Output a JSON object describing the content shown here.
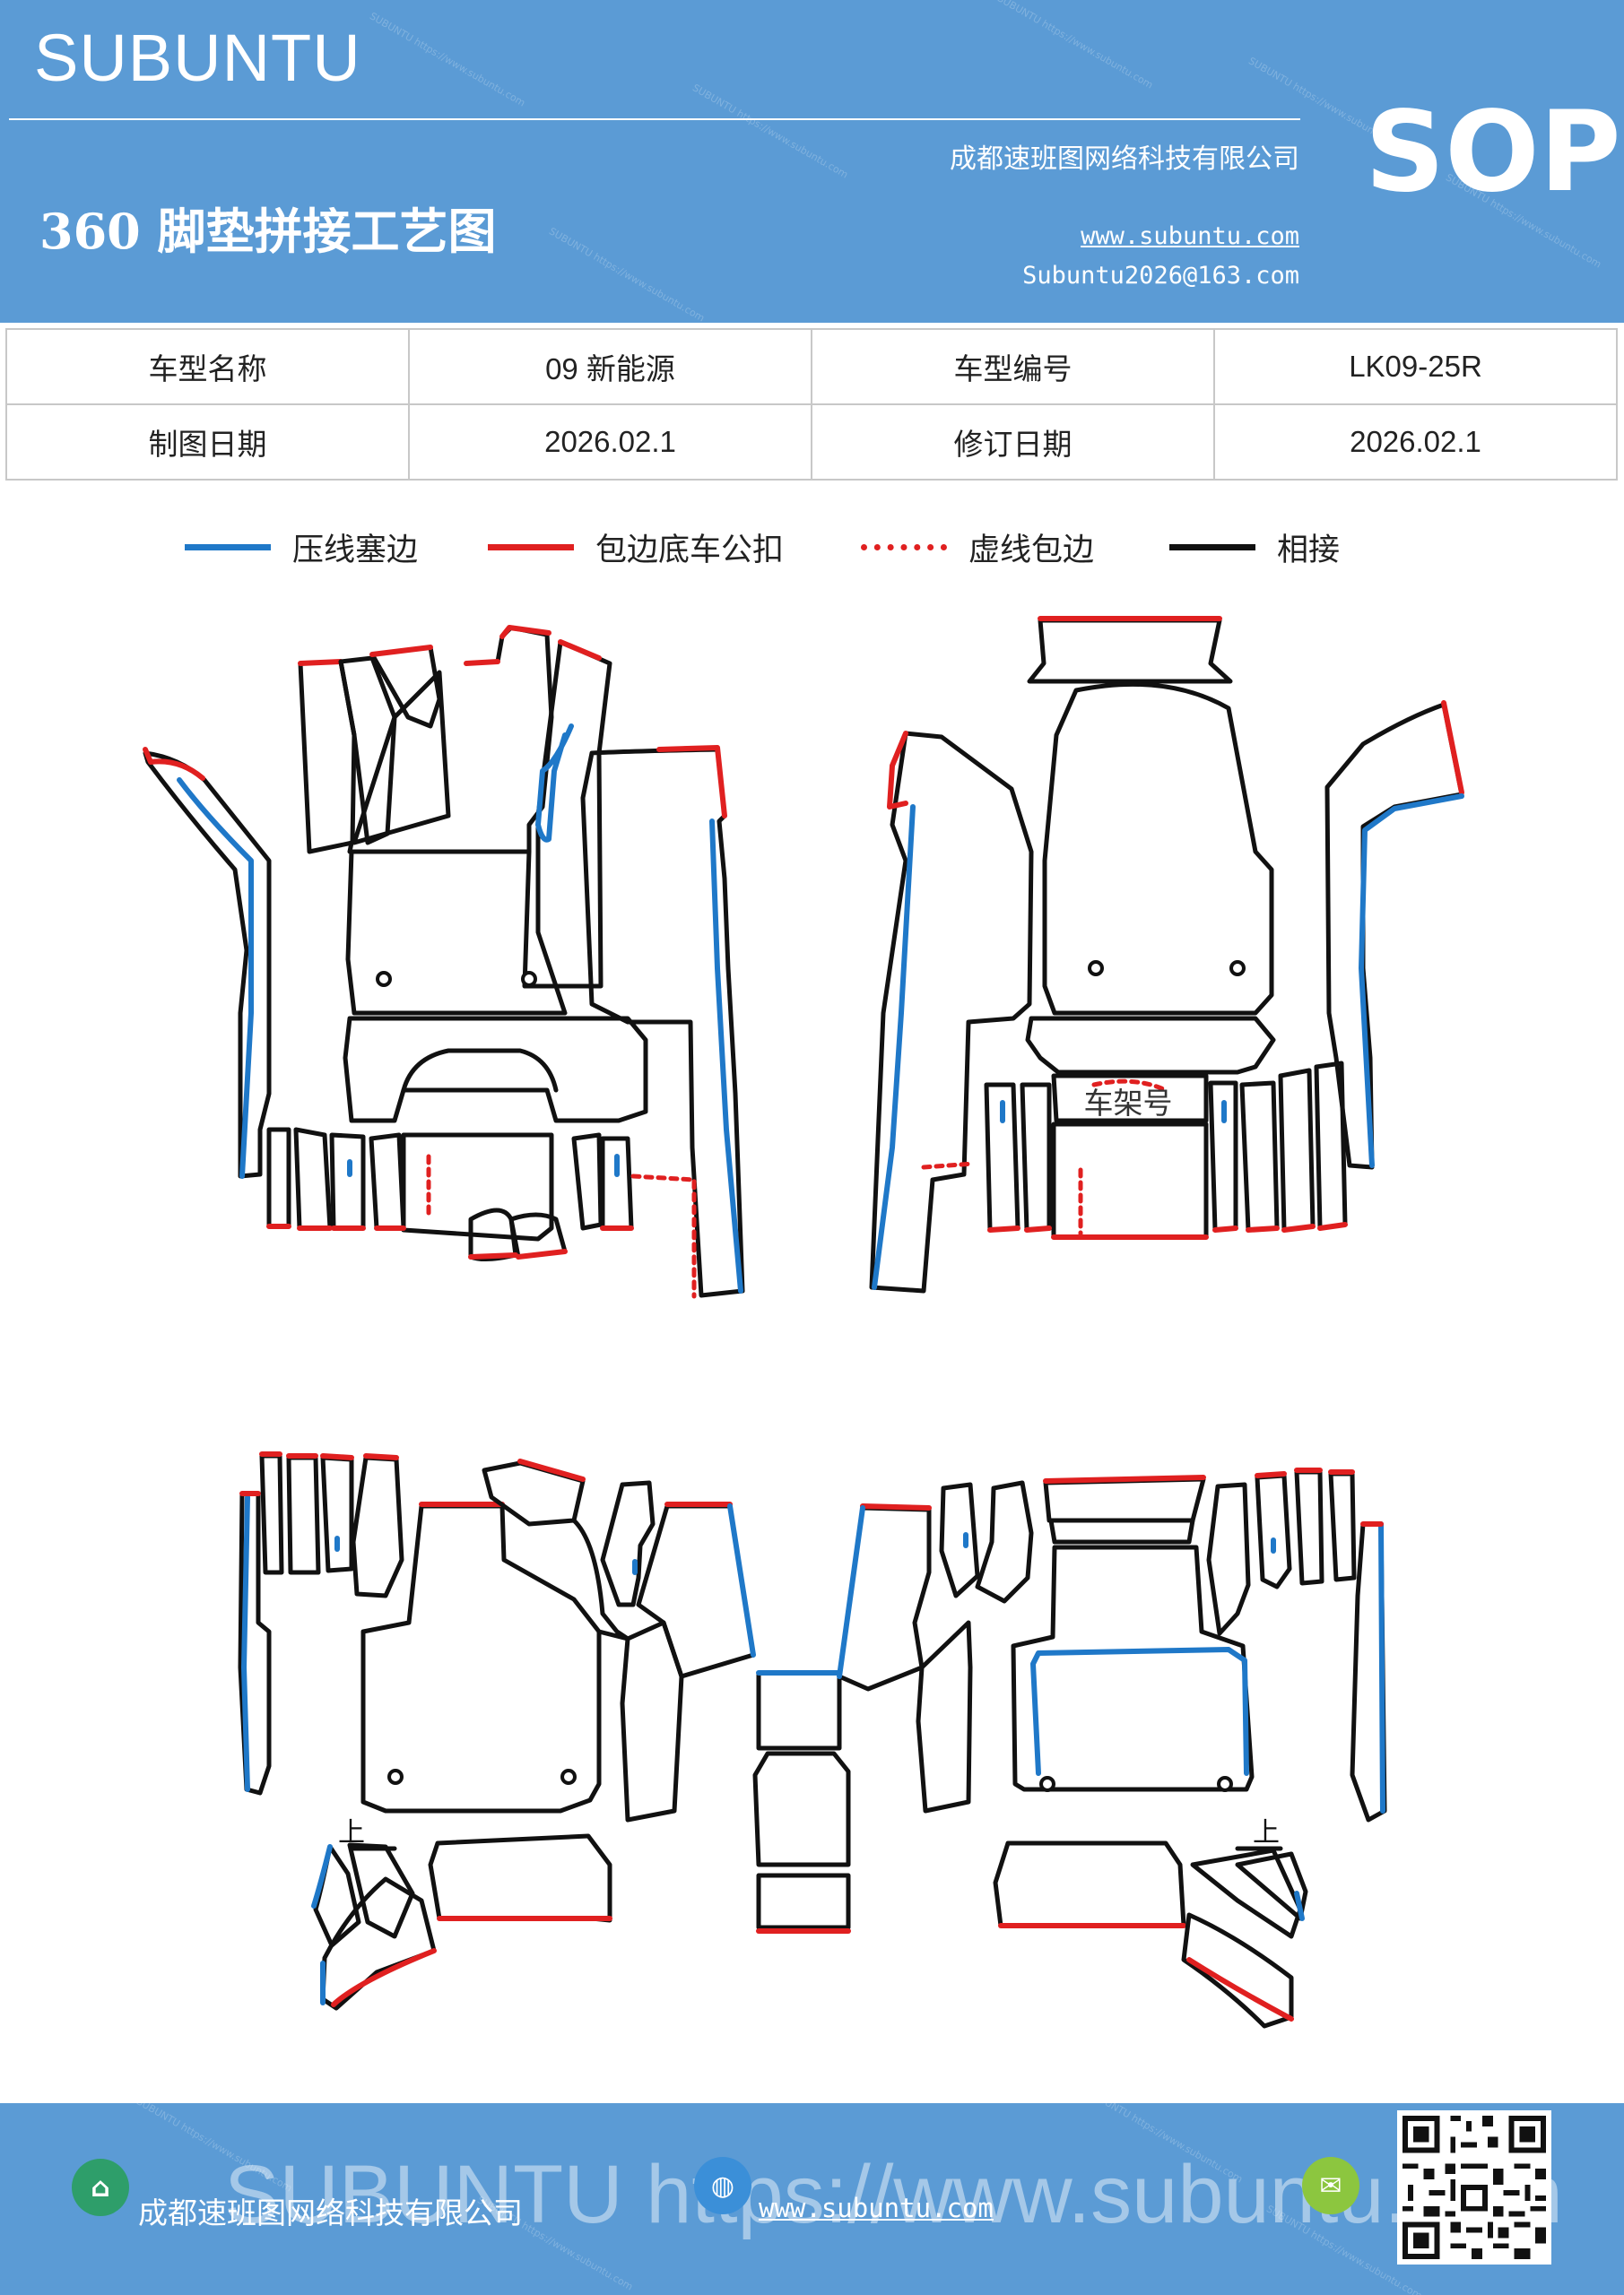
{
  "header": {
    "brand": "SUBUNTU",
    "badge": "SOP",
    "company": "成都速班图网络科技有限公司",
    "title": "360 脚垫拼接工艺图",
    "website": "www.subuntu.com",
    "email": "Subuntu2026@163.com",
    "watermark": "SUBUNTU https://www.subuntu.com"
  },
  "info_table": {
    "rows": [
      [
        {
          "label": "车型名称",
          "value": "09 新能源"
        },
        {
          "label": "车型编号",
          "value": "LK09-25R"
        }
      ],
      [
        {
          "label": "制图日期",
          "value": "2026.02.1"
        },
        {
          "label": "修订日期",
          "value": "2026.02.1"
        }
      ]
    ]
  },
  "legend": [
    {
      "label": "压线塞边",
      "color": "#1f78c8",
      "style": "solid"
    },
    {
      "label": "包边底车公扣",
      "color": "#e02020",
      "style": "solid"
    },
    {
      "label": "虚线包边",
      "color": "#e02020",
      "style": "dotted"
    },
    {
      "label": "相接",
      "color": "#111111",
      "style": "solid"
    }
  ],
  "diagram": {
    "vin_label": "车架号",
    "up_mark_left": "上",
    "up_mark_right": "上"
  },
  "footer": {
    "company": "成都速班图网络科技有限公司",
    "website": "www.subuntu.com",
    "watermark": "SUBUNTU https://www.subuntu.com"
  },
  "colors": {
    "header_bg": "#5b9bd5",
    "press_line": "#1f78c8",
    "wrap_edge": "#e02020",
    "join_line": "#111111"
  }
}
